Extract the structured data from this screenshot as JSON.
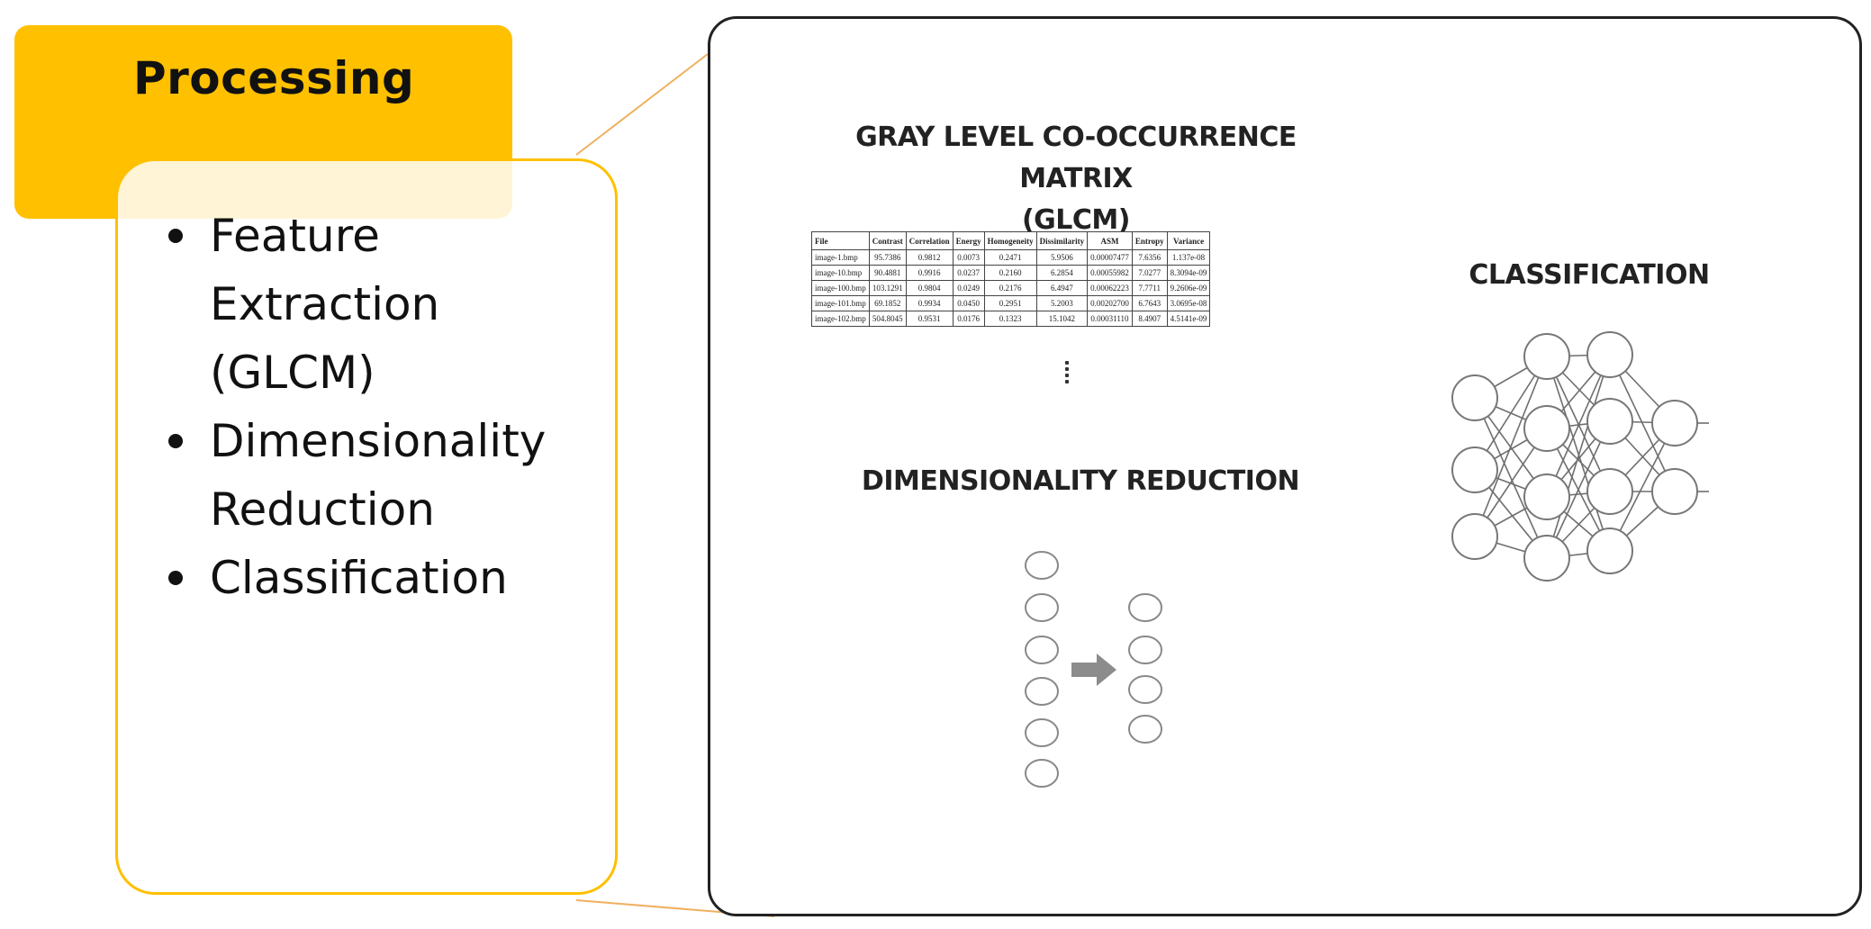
{
  "processing": {
    "title": "Processing",
    "items": [
      "Feature Extraction (GLCM)",
      "Dimensionality Reduction",
      "Classification"
    ]
  },
  "detail": {
    "glcm_heading_line1": "GRAY LEVEL CO-OCCURRENCE MATRIX",
    "glcm_heading_line2": "(GLCM)",
    "dimensionality_heading": "DIMENSIONALITY REDUCTION",
    "classification_heading": "CLASSIFICATION"
  },
  "glcm_table": {
    "headers": [
      "File",
      "Contrast",
      "Correlation",
      "Energy",
      "Homogeneity",
      "Dissimilarity",
      "ASM",
      "Entropy",
      "Variance"
    ],
    "rows": [
      [
        "image-1.bmp",
        "95.7386",
        "0.9812",
        "0.0073",
        "0.2471",
        "5.9506",
        "0.00007477",
        "7.6356",
        "1.137e-08"
      ],
      [
        "image-10.bmp",
        "90.4881",
        "0.9916",
        "0.0237",
        "0.2160",
        "6.2854",
        "0.00055982",
        "7.0277",
        "8.3094e-09"
      ],
      [
        "image-100.bmp",
        "103.1291",
        "0.9804",
        "0.0249",
        "0.2176",
        "6.4947",
        "0.00062223",
        "7.7711",
        "9.2606e-09"
      ],
      [
        "image-101.bmp",
        "69.1852",
        "0.9934",
        "0.0450",
        "0.2951",
        "5.2003",
        "0.00202700",
        "6.7643",
        "3.0695e-08"
      ],
      [
        "image-102.bmp",
        "504.8045",
        "0.9531",
        "0.0176",
        "0.1323",
        "15.1042",
        "0.00031110",
        "8.4907",
        "4.5141e-09"
      ]
    ]
  },
  "colors": {
    "accent": "#ffc000",
    "panel_border": "#222222",
    "arrow": "#8c8c8c"
  }
}
